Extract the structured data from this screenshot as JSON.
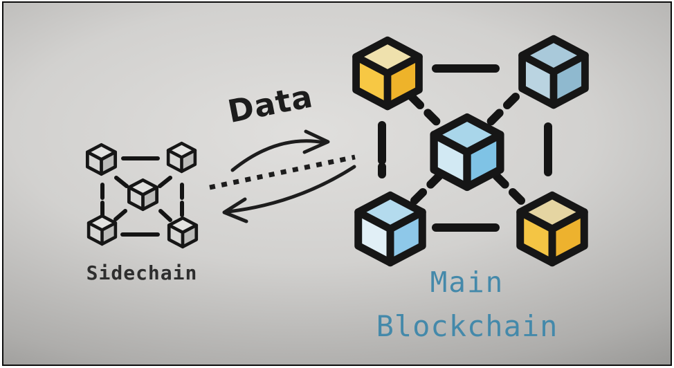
{
  "labels": {
    "data_flow": "Data",
    "sidechain": "Sidechain",
    "main_line1": "Main",
    "main_line2": "Blockchain"
  },
  "networks": {
    "sidechain": {
      "label": "Sidechain",
      "cube_count": 5,
      "style": "grayscale"
    },
    "main_blockchain": {
      "label": "Main Blockchain",
      "cube_count": 5,
      "style": "colored"
    }
  },
  "colors": {
    "background_center": "#e0dfdd",
    "background_edge": "#7d7d7b",
    "frame_border": "#0c0c0c",
    "cube_outline": "#161616",
    "data_label": "#1c1c1c",
    "sidechain_label": "#2e2e2e",
    "main_label": "#4489aa",
    "cube_yellow": {
      "top": "#efe1ad",
      "left": "#f7c844",
      "right": "#eeb32a"
    },
    "cube_yellow_muted": {
      "top": "#e5d5a2",
      "left": "#f4c544",
      "right": "#edb22e"
    },
    "cube_blue_center": {
      "top": "#a9d6ea",
      "left": "#d2e9f3",
      "right": "#7fc3e5"
    },
    "cube_blue_muted": {
      "top": "#a9c9da",
      "left": "#bad4e1",
      "right": "#8fb9cf"
    },
    "cube_blue_light": {
      "top": "#b4dbee",
      "left": "#e1eff6",
      "right": "#8ec8e9"
    },
    "cube_gray": {
      "top": "#e2e2e0",
      "left": "#d6d6d4",
      "right": "#bcbcba"
    }
  }
}
